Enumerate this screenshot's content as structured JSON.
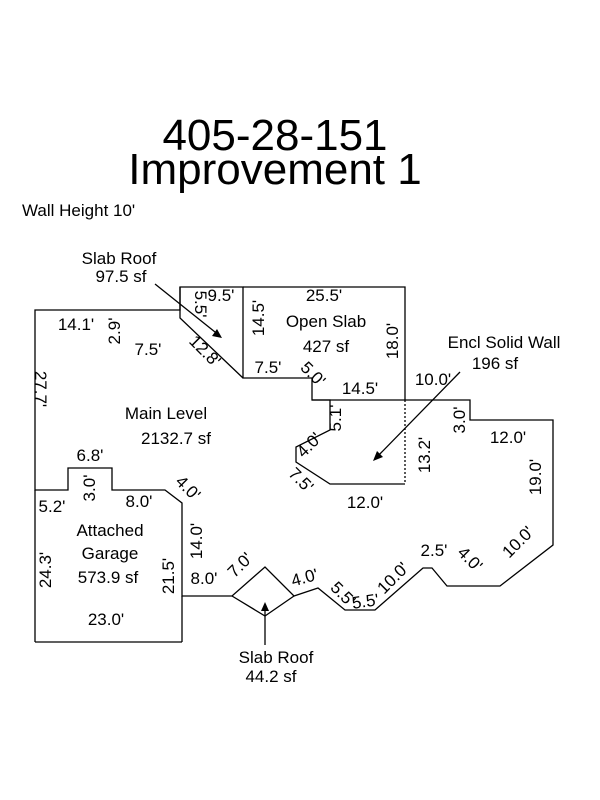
{
  "title": "405-28-151",
  "subtitle": "Improvement 1",
  "wall_height": "Wall Height 10'",
  "areas": {
    "slab_roof_top_name": "Slab Roof",
    "slab_roof_top_area": "97.5 sf",
    "open_slab_name": "Open Slab",
    "open_slab_area": "427 sf",
    "encl_name": "Encl Solid Wall",
    "encl_area": "196 sf",
    "main_name": "Main Level",
    "main_area": "2132.7 sf",
    "garage_name_1": "Attached",
    "garage_name_2": "Garage",
    "garage_area": "573.9 sf",
    "slab_roof_bottom_name": "Slab Roof",
    "slab_roof_bottom_area": "44.2 sf"
  },
  "dimensions": {
    "d_9_5": "9.5'",
    "d_5_5_top": "5.5'",
    "d_25_5": "25.5'",
    "d_14_1": "14.1'",
    "d_2_9": "2.9'",
    "d_14_5_v": "14.5'",
    "d_18_0": "18.0'",
    "d_7_5_a": "7.5'",
    "d_12_8": "12.8'",
    "d_7_5_b": "7.5'",
    "d_5_0": "5.0'",
    "d_14_5_h": "14.5'",
    "d_10_0_top": "10.0'",
    "d_27_7": "27.7'",
    "d_5_1": "5.1'",
    "d_3_0_right": "3.0'",
    "d_12_0_right": "12.0'",
    "d_4_0_mid": "4.0'",
    "d_13_2": "13.2'",
    "d_7_5_c": "7.5'",
    "d_19_0": "19.0'",
    "d_6_8": "6.8'",
    "d_12_0_bottom": "12.0'",
    "d_5_2": "5.2'",
    "d_3_0_garage": "3.0'",
    "d_8_0_a": "8.0'",
    "d_4_0_left": "4.0'",
    "d_10_0_right": "10.0'",
    "d_14_0": "14.0'",
    "d_24_3": "24.3'",
    "d_2_5": "2.5'",
    "d_4_0_right": "4.0'",
    "d_7_0": "7.0'",
    "d_21_5": "21.5'",
    "d_10_0_bottom": "10.0'",
    "d_4_0_bottom": "4.0'",
    "d_5_5_b": "5.5'",
    "d_8_0_b": "8.0'",
    "d_5_5_c": "5.5'",
    "d_23_0": "23.0'"
  }
}
